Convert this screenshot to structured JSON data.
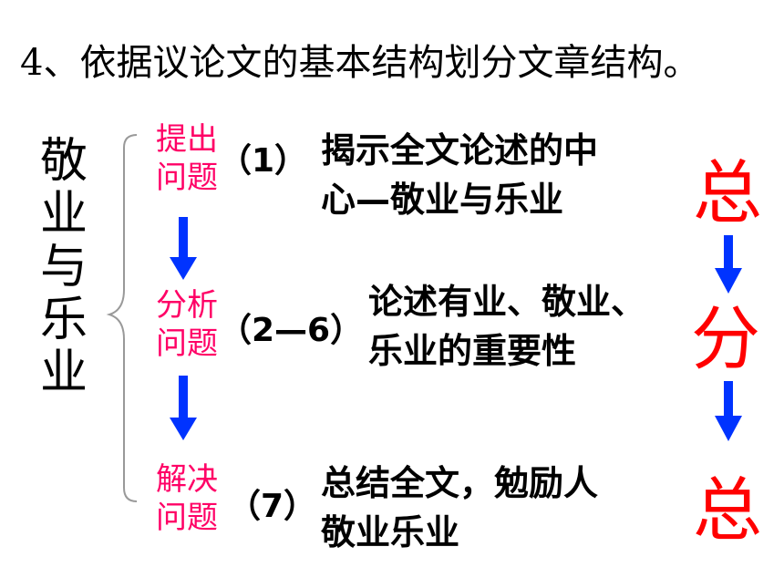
{
  "title": "4、依据议论文的基本结构划分文章结构。",
  "essay_title": "敬业与乐业",
  "sections": [
    {
      "stage": "提出\n问题",
      "paragraphs": "（1）",
      "description": "揭示全文论述的中\n心—敬业与乐业",
      "label": "总"
    },
    {
      "stage": "分析\n问题",
      "paragraphs": "（2—6）",
      "description": "论述有业、敬业、\n乐业的重要性",
      "label": "分"
    },
    {
      "stage": "解决\n问题",
      "paragraphs": "（7）",
      "description": "总结全文，勉励人\n敬业乐业",
      "label": "总"
    }
  ],
  "colors": {
    "stage": "#ff0066",
    "label": "#ff0000",
    "arrow": "#0033ff",
    "text": "#000000"
  },
  "icons": {
    "brace": "left-curly-brace",
    "arrow": "down-arrow"
  }
}
